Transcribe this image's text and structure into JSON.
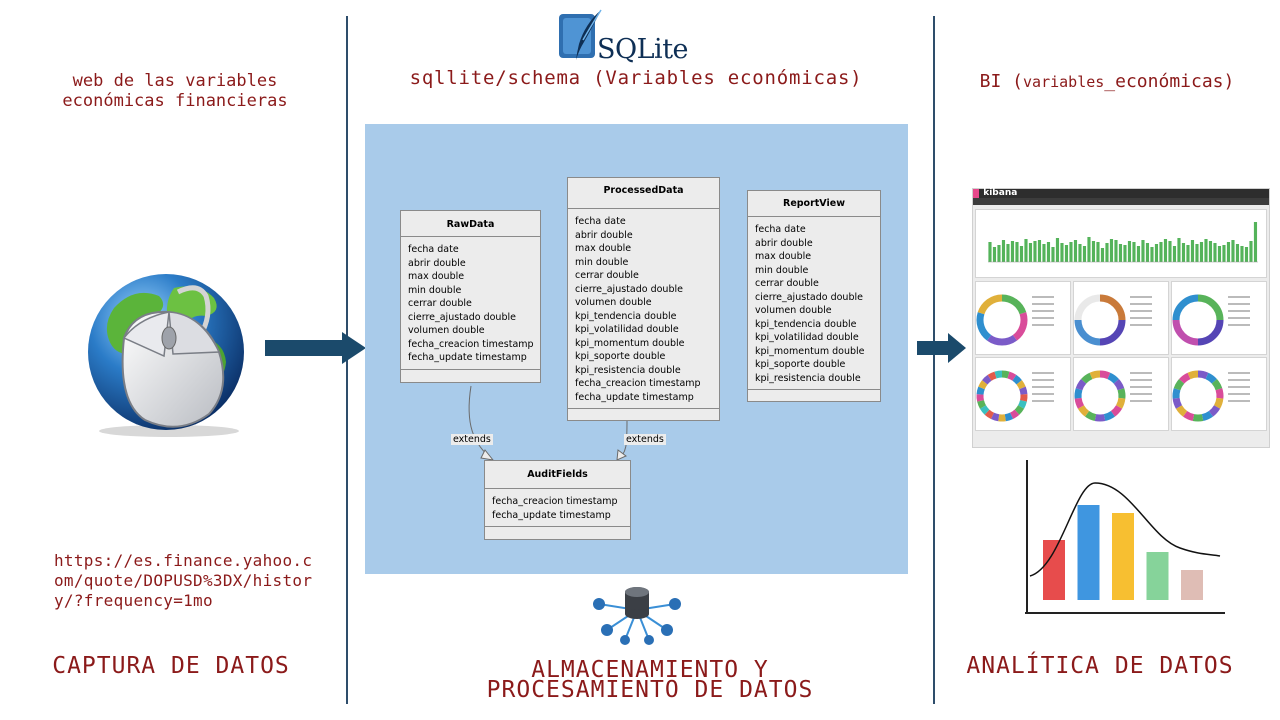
{
  "left": {
    "heading_line1": "web de las variables",
    "heading_line2": "económicas financieras",
    "url_line1": "https://es.finance.yahoo.c",
    "url_line2": "om/quote/DOPUSD%3DX/histor",
    "url_line3": "y/?frequency=1mo",
    "footer": "CAPTURA DE DATOS"
  },
  "center": {
    "logo_text": "SQLite",
    "heading": "sqllite/schema (Variables económicas)",
    "footer_line1": "ALMACENAMIENTO Y",
    "footer_line2": "PROCESAMIENTO DE DATOS",
    "uml": {
      "classes": {
        "raw": {
          "name": "RawData",
          "attrs": [
            "fecha date",
            "abrir double",
            "max double",
            "min double",
            "cerrar double",
            "cierre_ajustado double",
            "volumen double",
            "fecha_creacion timestamp",
            "fecha_update timestamp"
          ]
        },
        "processed": {
          "name": "ProcessedData",
          "attrs": [
            "fecha date",
            "abrir double",
            "max double",
            "min double",
            "cerrar double",
            "cierre_ajustado double",
            "volumen double",
            "kpi_tendencia double",
            "kpi_volatilidad double",
            "kpi_momentum double",
            "kpi_soporte double",
            "kpi_resistencia double",
            "fecha_creacion timestamp",
            "fecha_update timestamp"
          ]
        },
        "report": {
          "name": "ReportView",
          "attrs": [
            "fecha date",
            "abrir double",
            "max double",
            "min double",
            "cerrar double",
            "cierre_ajustado double",
            "volumen double",
            "kpi_tendencia double",
            "kpi_volatilidad double",
            "kpi_momentum double",
            "kpi_soporte double",
            "kpi_resistencia double"
          ]
        },
        "audit": {
          "name": "AuditFields",
          "attrs": [
            "fecha_creacion timestamp",
            "fecha_update timestamp"
          ]
        }
      },
      "relations": {
        "left_label": "extends",
        "right_label": "extends"
      }
    }
  },
  "right": {
    "heading_prefix": "BI (",
    "heading_mid": "variables",
    "heading_suffix": "_económicas)",
    "footer": "ANALÍTICA DE DATOS",
    "kibana_brand": "kibana",
    "bar_chart_values": [
      20,
      15,
      17,
      22,
      18,
      21,
      20,
      16,
      23,
      19,
      21,
      22,
      18,
      20,
      15,
      24,
      19,
      17,
      20,
      22,
      18,
      16,
      25,
      21,
      20,
      14,
      19,
      23,
      22,
      18,
      17,
      21,
      20,
      16,
      22,
      19,
      15,
      18,
      20,
      23,
      21,
      16,
      24,
      19,
      17,
      22,
      18,
      20,
      23,
      21,
      19,
      16,
      17,
      20,
      22,
      18,
      16,
      15,
      21,
      40
    ],
    "analytics_bars": [
      {
        "value": 60,
        "color": "#e74c4c"
      },
      {
        "value": 95,
        "color": "#3f96e0"
      },
      {
        "value": 87,
        "color": "#f7bf31"
      },
      {
        "value": 48,
        "color": "#86d39a"
      },
      {
        "value": 30,
        "color": "#dfbdb5"
      }
    ]
  },
  "colors": {
    "accent_red": "#8b1a1a",
    "divider": "#2e4d6b",
    "arrow": "#1b4a6b",
    "uml_bg": "#a9cbea"
  }
}
